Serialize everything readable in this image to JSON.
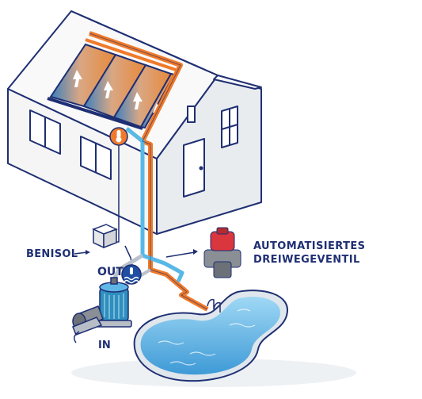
{
  "labels": {
    "benisol": "BENISOL",
    "out": "OUT",
    "in": "IN",
    "valve_line1": "AUTOMATISIERTES",
    "valve_line2": "DREIWEGEVENTIL"
  },
  "colors": {
    "outline": "#1f2f73",
    "hot_pipe": "#f07a2a",
    "cold_pipe": "#58b8e6",
    "water": "#5fb7e8",
    "wall": "#f4f4f4",
    "valve_red": "#d9363e"
  },
  "icons": [
    "thermometer-icon",
    "water-temperature-icon",
    "arrow-icon"
  ]
}
